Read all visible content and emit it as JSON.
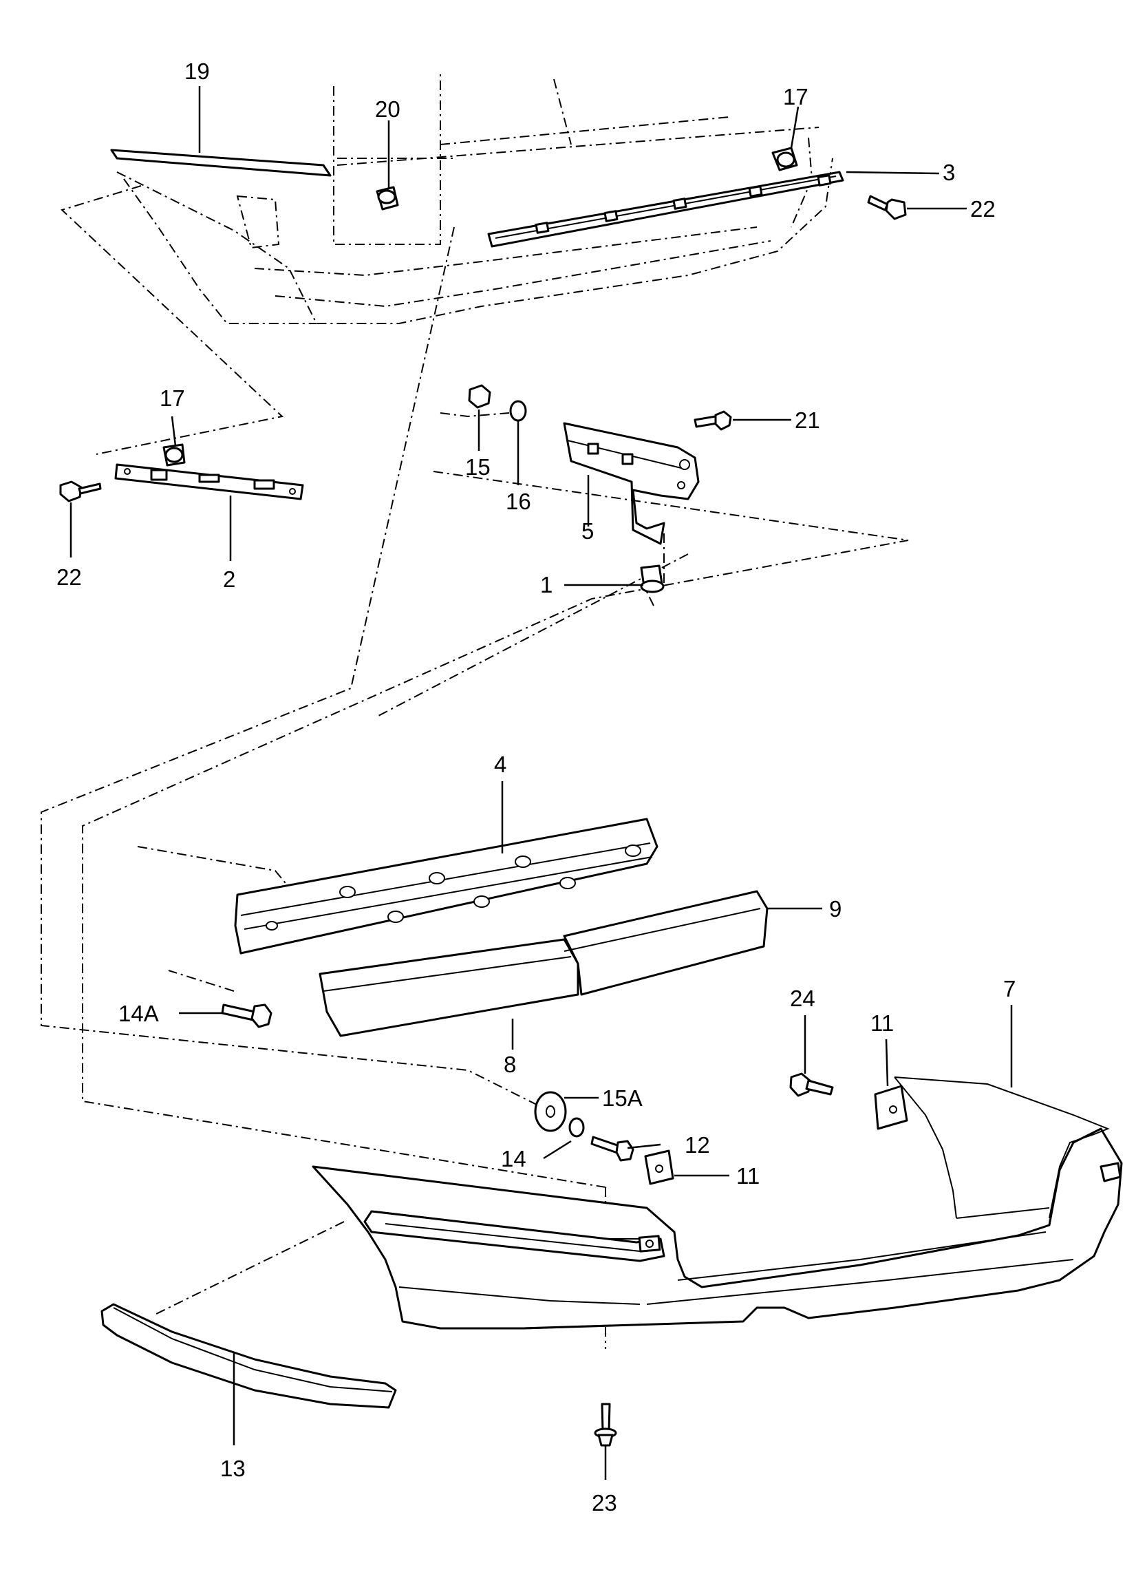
{
  "diagram": {
    "callouts": [
      {
        "id": "c19",
        "text": "19"
      },
      {
        "id": "c20",
        "text": "20"
      },
      {
        "id": "c17a",
        "text": "17"
      },
      {
        "id": "c3",
        "text": "3"
      },
      {
        "id": "c22a",
        "text": "22"
      },
      {
        "id": "c17b",
        "text": "17"
      },
      {
        "id": "c22b",
        "text": "22"
      },
      {
        "id": "c2",
        "text": "2"
      },
      {
        "id": "c15",
        "text": "15"
      },
      {
        "id": "c16",
        "text": "16"
      },
      {
        "id": "c5",
        "text": "5"
      },
      {
        "id": "c21",
        "text": "21"
      },
      {
        "id": "c1",
        "text": "1"
      },
      {
        "id": "c4",
        "text": "4"
      },
      {
        "id": "c9",
        "text": "9"
      },
      {
        "id": "c14A",
        "text": "14A"
      },
      {
        "id": "c8",
        "text": "8"
      },
      {
        "id": "c24",
        "text": "24"
      },
      {
        "id": "c11a",
        "text": "11"
      },
      {
        "id": "c7",
        "text": "7"
      },
      {
        "id": "c15A",
        "text": "15A"
      },
      {
        "id": "c12",
        "text": "12"
      },
      {
        "id": "c14",
        "text": "14"
      },
      {
        "id": "c11b",
        "text": "11"
      },
      {
        "id": "c13",
        "text": "13"
      },
      {
        "id": "c23",
        "text": "23"
      }
    ]
  }
}
